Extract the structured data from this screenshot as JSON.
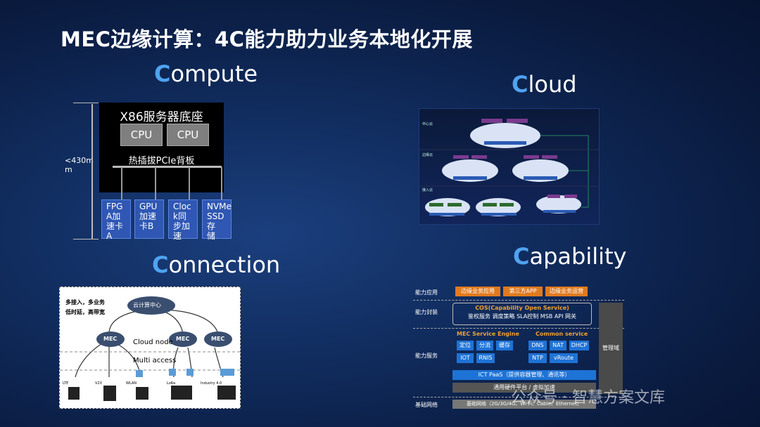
{
  "title": "MEC边缘计算：4C能力助力业务本地化开展",
  "headings": {
    "compute": {
      "cap": "C",
      "rest": "ompute"
    },
    "cloud": {
      "cap": "C",
      "rest": "loud"
    },
    "connection": {
      "cap": "C",
      "rest": "onnection"
    },
    "capability": {
      "cap": "C",
      "rest": "apability"
    }
  },
  "compute": {
    "server_title": "X86服务器底座",
    "cpu1": "CPU",
    "cpu2": "CPU",
    "backplane": "热插拔PCIe背板",
    "height_label": "<430m\nm",
    "cards": [
      "FPG\nA加\n速卡\nA",
      "GPU\n加速\n卡B",
      "Cloc\nk同\n步加\n速",
      "NVMe\nSSD存\n储"
    ]
  },
  "cloud": {
    "row_labels": [
      "中心云",
      "边缘云",
      "接入云"
    ]
  },
  "connection": {
    "lines1": "多接入，多业务",
    "lines2": "低时延，高带宽",
    "center": "云计算中心",
    "mec": "MEC",
    "cloud_node": "Cloud node",
    "multi_access": "Multi access",
    "tags": [
      "LTE",
      "V2X",
      "WLAN",
      "LoRa",
      "Industry 4.0"
    ]
  },
  "capability": {
    "rows": [
      "能力应用",
      "能力封装",
      "能力服务",
      "基础网络"
    ],
    "apps": [
      "边缘业务应用",
      "第三方APP",
      "边缘业务运营"
    ],
    "cos": "COS(Capability Open Service)",
    "cos_items": "鉴权服务  调度策略  SLA控制  MSB  API  网关",
    "engine": "MEC Service Engine",
    "engine_items": [
      "定位",
      "分流",
      "缓存",
      "IOT",
      "RNIS"
    ],
    "common": "Common service",
    "common_items": [
      "DNS",
      "NAT",
      "DHCP",
      "NTP",
      "vRoute"
    ],
    "paas": "ICT PaaS（提供容器管理、通讯等）",
    "platform": "通用硬件平台 / 虚拟加速",
    "network": "基础网络（2G/3G/4G、Wi-Fi、Cable、Ethernet）",
    "mgmt": "管理域"
  },
  "watermark": "公众号 · 智慧方案文库"
}
